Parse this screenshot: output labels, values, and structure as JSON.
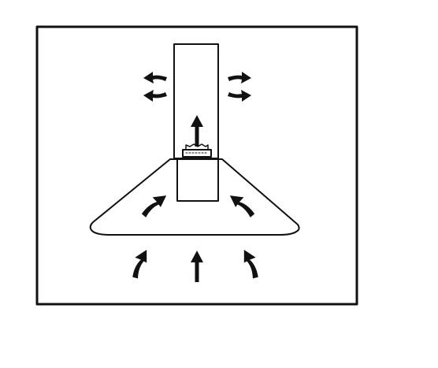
{
  "diagram": {
    "subject": "range-hood-airflow",
    "colors": {
      "line": "#111111",
      "background": "#ffffff"
    },
    "icons": [
      "frame-border",
      "chimney-duct",
      "hood-canopy",
      "fan-motor",
      "airflow-arrow"
    ]
  }
}
